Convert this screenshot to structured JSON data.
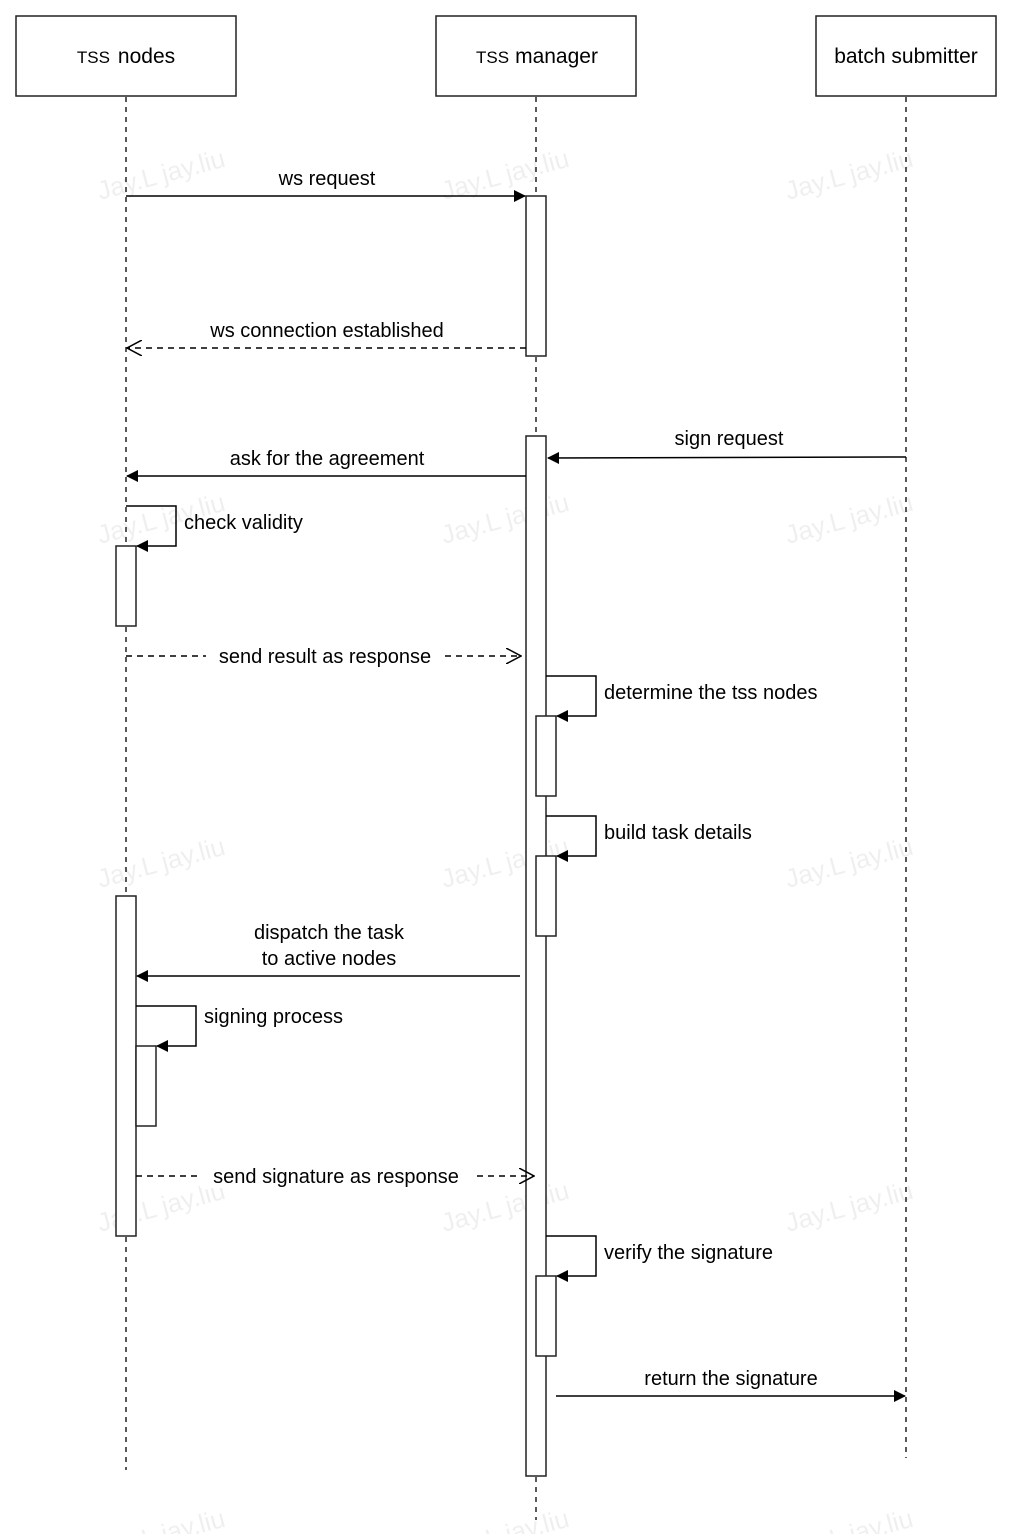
{
  "diagram": {
    "type": "sequence",
    "watermark": "Jay.L jay.liu",
    "colors": {
      "stroke": "#222222",
      "background": "#ffffff",
      "text": "#000000"
    },
    "participants": [
      {
        "id": "nodes",
        "label_prefix": "TSS",
        "label_rest": "nodes"
      },
      {
        "id": "manager",
        "label_prefix": "TSS",
        "label_rest": "manager"
      },
      {
        "id": "submitter",
        "label_prefix": "",
        "label_rest": "batch submitter"
      }
    ],
    "messages": [
      {
        "from": "nodes",
        "to": "manager",
        "kind": "sync",
        "lines": [
          "ws request"
        ]
      },
      {
        "from": "manager",
        "to": "nodes",
        "kind": "reply",
        "lines": [
          "ws connection established"
        ]
      },
      {
        "from": "submitter",
        "to": "manager",
        "kind": "sync",
        "lines": [
          "sign request"
        ]
      },
      {
        "from": "manager",
        "to": "nodes",
        "kind": "sync",
        "lines": [
          "ask for the agreement"
        ]
      },
      {
        "from": "nodes",
        "to": "nodes",
        "kind": "self",
        "lines": [
          "check validity"
        ]
      },
      {
        "from": "nodes",
        "to": "manager",
        "kind": "reply",
        "lines": [
          "send result as response"
        ]
      },
      {
        "from": "manager",
        "to": "manager",
        "kind": "self",
        "lines": [
          "determine the tss nodes"
        ]
      },
      {
        "from": "manager",
        "to": "manager",
        "kind": "self",
        "lines": [
          "build task details"
        ]
      },
      {
        "from": "manager",
        "to": "nodes",
        "kind": "sync",
        "lines": [
          "dispatch the task",
          "to active nodes"
        ]
      },
      {
        "from": "nodes",
        "to": "nodes",
        "kind": "self",
        "lines": [
          "signing process"
        ]
      },
      {
        "from": "nodes",
        "to": "manager",
        "kind": "reply",
        "lines": [
          "send signature as response"
        ]
      },
      {
        "from": "manager",
        "to": "manager",
        "kind": "self",
        "lines": [
          "verify the signature"
        ]
      },
      {
        "from": "manager",
        "to": "submitter",
        "kind": "sync",
        "lines": [
          "return the signature"
        ]
      }
    ]
  }
}
